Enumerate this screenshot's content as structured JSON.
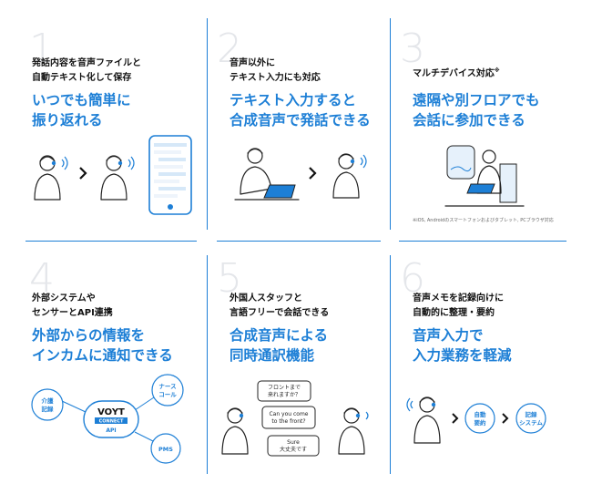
{
  "panels": [
    {
      "number": "1",
      "subtitle": [
        "発話内容を音声ファイルと",
        "自動テキスト化して保存"
      ],
      "heading": [
        "いつでも簡単に",
        "振り返れる"
      ]
    },
    {
      "number": "2",
      "subtitle": [
        "音声以外に",
        "テキスト入力にも対応"
      ],
      "heading": [
        "テキスト入力すると",
        "合成音声で発話できる"
      ]
    },
    {
      "number": "3",
      "subtitle": [
        "マルチデバイス対応"
      ],
      "subtitle_mark": "※",
      "heading": [
        "遠隔や別フロアでも",
        "会話に参加できる"
      ],
      "note": "※iOS, Androidのスマートフォンおよびタブレット, PCブラウザ対応"
    },
    {
      "number": "4",
      "subtitle": [
        "外部システムや",
        "センサーとAPI連携"
      ],
      "heading": [
        "外部からの情報を",
        "インカムに通知できる"
      ]
    },
    {
      "number": "5",
      "subtitle": [
        "外国人スタッフと",
        "言語フリーで会話できる"
      ],
      "heading": [
        "合成音声による",
        "同時通訳機能"
      ]
    },
    {
      "number": "6",
      "subtitle": [
        "音声メモを記録向けに",
        "自動的に整理・要約"
      ],
      "heading": [
        "音声入力で",
        "入力業務を軽減"
      ]
    }
  ],
  "api_diagram": {
    "logo": "VOYT",
    "logo_sub": "CONNECT",
    "api_label": "API",
    "nodes": [
      {
        "label": [
          "介護",
          "記録"
        ]
      },
      {
        "label": [
          "ナース",
          "コール"
        ]
      },
      {
        "label": [
          "PMS"
        ]
      }
    ]
  },
  "translation": {
    "bubble1": [
      "フロントまで",
      "来れますか？"
    ],
    "bubble2": [
      "Can you come",
      "to the front?"
    ],
    "bubble3": [
      "Sure",
      "大丈夫です"
    ]
  },
  "summary_flow": {
    "step1": [
      "自動",
      "要約"
    ],
    "step2": [
      "記録",
      "システム"
    ]
  },
  "colors": {
    "accent": "#1d7fd6",
    "number": "#e4e6ea",
    "text": "#111111"
  }
}
